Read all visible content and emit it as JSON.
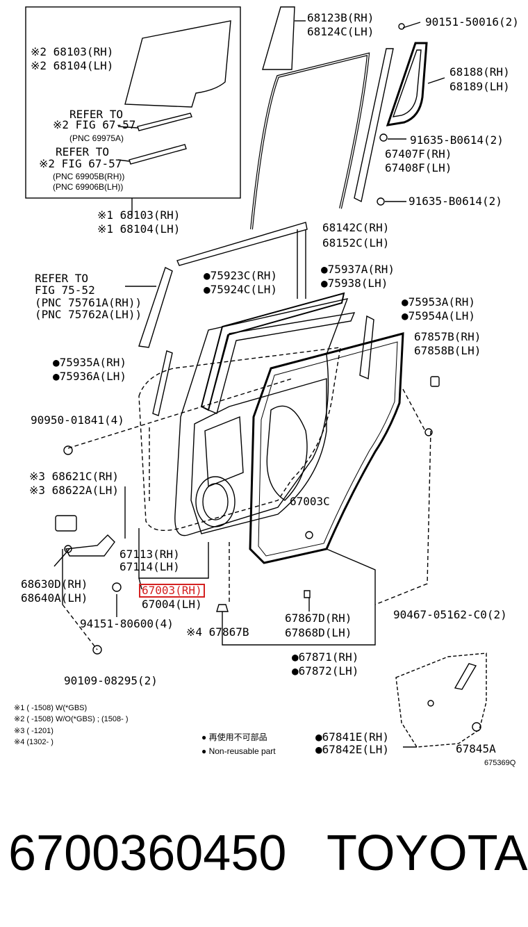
{
  "labels": {
    "l1a": "68123B(RH)",
    "l1b": "68124C(LH)",
    "l2": "90151-50016(2)",
    "l3a": "※2 68103(RH)",
    "l3b": "※2 68104(LH)",
    "l4a": "68188(RH)",
    "l4b": "68189(LH)",
    "l5a": "REFER TO",
    "l5b": "※2 FIG 67-57",
    "l5c": "(PNC 69975A)",
    "l6": "91635-B0614(2)",
    "l7a": "REFER TO",
    "l7b": "※2 FIG 67-57",
    "l7c": "(PNC 69905B(RH))",
    "l7d": "(PNC 69906B(LH))",
    "l8a": "67407F(RH)",
    "l8b": "67408F(LH)",
    "l9": "91635-B0614(2)",
    "l10a": "※1 68103(RH)",
    "l10b": "※1 68104(LH)",
    "l11a": "68142C(RH)",
    "l11b": "68152C(LH)",
    "l12a": "●75937A(RH)",
    "l12b": "●75938(LH)",
    "l13a": "REFER TO",
    "l13b": "FIG 75-52",
    "l13c": "(PNC 75761A(RH))",
    "l13d": "(PNC 75762A(LH))",
    "l14a": "●75923C(RH)",
    "l14b": "●75924C(LH)",
    "l15a": "●75953A(RH)",
    "l15b": "●75954A(LH)",
    "l16a": "67857B(RH)",
    "l16b": "67858B(LH)",
    "l17a": "●75935A(RH)",
    "l17b": "●75936A(LH)",
    "l18": "90950-01841(4)",
    "l19a": "※3 68621C(RH)",
    "l19b": "※3 68622A(LH)",
    "l20": "67003C",
    "l21a": "67113(RH)",
    "l21b": "67114(LH)",
    "l22a": "68630D(RH)",
    "l22b": "68640A(LH)",
    "l23a": "67003(RH)",
    "l23b": "67004(LH)",
    "l24": "94151-80600(4)",
    "l25": "※4 67867B",
    "l26a": "67867D(RH)",
    "l26b": "67868D(LH)",
    "l27": "90467-05162-C0(2)",
    "l28": "90109-08295(2)",
    "l29a": "●67871(RH)",
    "l29b": "●67872(LH)",
    "n1": "※1 (     -1508) W(*GBS)",
    "n2": "※2 (     -1508) W/O(*GBS) ; (1508-      )",
    "n3": "※3 (     -1201)",
    "n4": "※4 (1302-     )",
    "leg1": "● 再使用不可部品",
    "leg2": "● Non-reusable part",
    "l30a": "●67841E(RH)",
    "l30b": "●67842E(LH)",
    "l31": "67845A",
    "ref": "675369Q"
  },
  "footer": {
    "part_number": "6700360450",
    "brand": "TOYOTA"
  },
  "highlight_color": "#d42020"
}
